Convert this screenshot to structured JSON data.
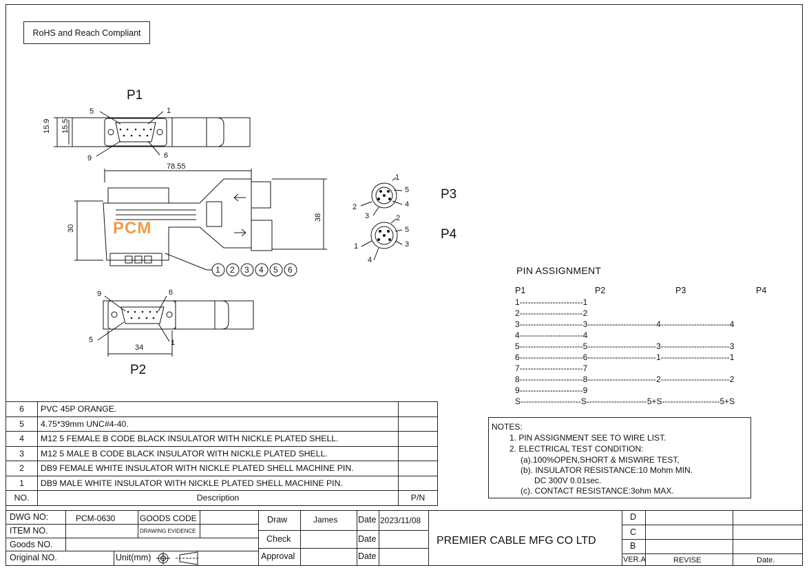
{
  "compliance": "RoHS and Reach Compliant",
  "views": {
    "p1_label": "P1",
    "p2_label": "P2",
    "p3_label": "P3",
    "p4_label": "P4",
    "p1_dims": [
      "15.9",
      "15.5"
    ],
    "p1_pins": [
      "5",
      "1",
      "9",
      "6"
    ],
    "side_dims": {
      "length": "78.55",
      "height_left": "30",
      "height_right": "38"
    },
    "p2_pins": [
      "9",
      "6",
      "5",
      "1"
    ],
    "p2_width": "34",
    "p3_pins": [
      "1",
      "5",
      "4",
      "2",
      "3"
    ],
    "p4_pins": [
      "2",
      "5",
      "3",
      "1",
      "4"
    ],
    "balloons": [
      "1",
      "2",
      "3",
      "4",
      "5",
      "6"
    ],
    "logo_text": "PCM",
    "logo_color": "#f08a24"
  },
  "pin_assignment": {
    "title": "PIN  ASSIGNMENT",
    "headers": [
      "P1",
      "P2",
      "P3",
      "P4"
    ],
    "rows": [
      "1-----------------------1",
      "2-----------------------2",
      "3-----------------------3-------------------------4-------------------------4",
      "4-----------------------4",
      "5-----------------------5-------------------------3-------------------------3",
      "6-----------------------6-------------------------1-------------------------1",
      "7-----------------------7",
      "8-----------------------8-------------------------2-------------------------2",
      "9-----------------------9",
      "S----------------------S----------------------5+S---------------------5+S"
    ]
  },
  "notes": {
    "heading": "NOTES:",
    "lines": [
      "1. PIN ASSIGNMENT SEE TO WIRE LIST.",
      "2. ELECTRICAL TEST CONDITION:",
      "(a).100%OPEN,SHORT & MISWIRE TEST,",
      "(b). INSULATOR RESISTANCE:10 Mohm MIN.",
      "DC 300V 0.01sec.",
      "(c). CONTACT RESISTANCE:3ohm MAX."
    ]
  },
  "bom": {
    "rows": [
      {
        "no": "6",
        "desc": "PVC 45P ORANGE.",
        "pn": ""
      },
      {
        "no": "5",
        "desc": "4.75*39mm UNC#4-40.",
        "pn": ""
      },
      {
        "no": "4",
        "desc": "M12 5 FEMALE B CODE BLACK INSULATOR WITH NICKLE PLATED SHELL.",
        "pn": ""
      },
      {
        "no": "3",
        "desc": "M12 5 MALE B CODE BLACK INSULATOR WITH NICKLE PLATED SHELL.",
        "pn": ""
      },
      {
        "no": "2",
        "desc": "DB9 FEMALE WHITE INSULATOR WITH NICKLE PLATED SHELL MACHINE PIN.",
        "pn": ""
      },
      {
        "no": "1",
        "desc": "DB9 MALE WHITE INSULATOR WITH NICKLE PLATED SHELL MACHINE PIN.",
        "pn": ""
      }
    ],
    "header": {
      "no": "NO.",
      "desc": "Description",
      "pn": "P/N"
    }
  },
  "title_block": {
    "dwg_no_label": "DWG NO:",
    "dwg_no": "PCM-0630",
    "goods_code_label": "GOODS CODE",
    "item_no_label": "ITEM NO.",
    "drawing_evidence": "DRAWING EVIDENCE",
    "goods_no_label": "Goods NO.",
    "original_no_label": "Original NO.",
    "unit_label": "Unit(mm)",
    "draw_label": "Draw",
    "draw_name": "James",
    "check_label": "Check",
    "approval_label": "Approval",
    "date_label": "Date",
    "date_value": "2023/11/08",
    "company": "PREMIER CABLE MFG CO LTD",
    "rev_d": "D",
    "rev_c": "C",
    "rev_b": "B",
    "ver_label": "VER.A",
    "revise_label": "REVISE",
    "date_col_label": "Date."
  }
}
